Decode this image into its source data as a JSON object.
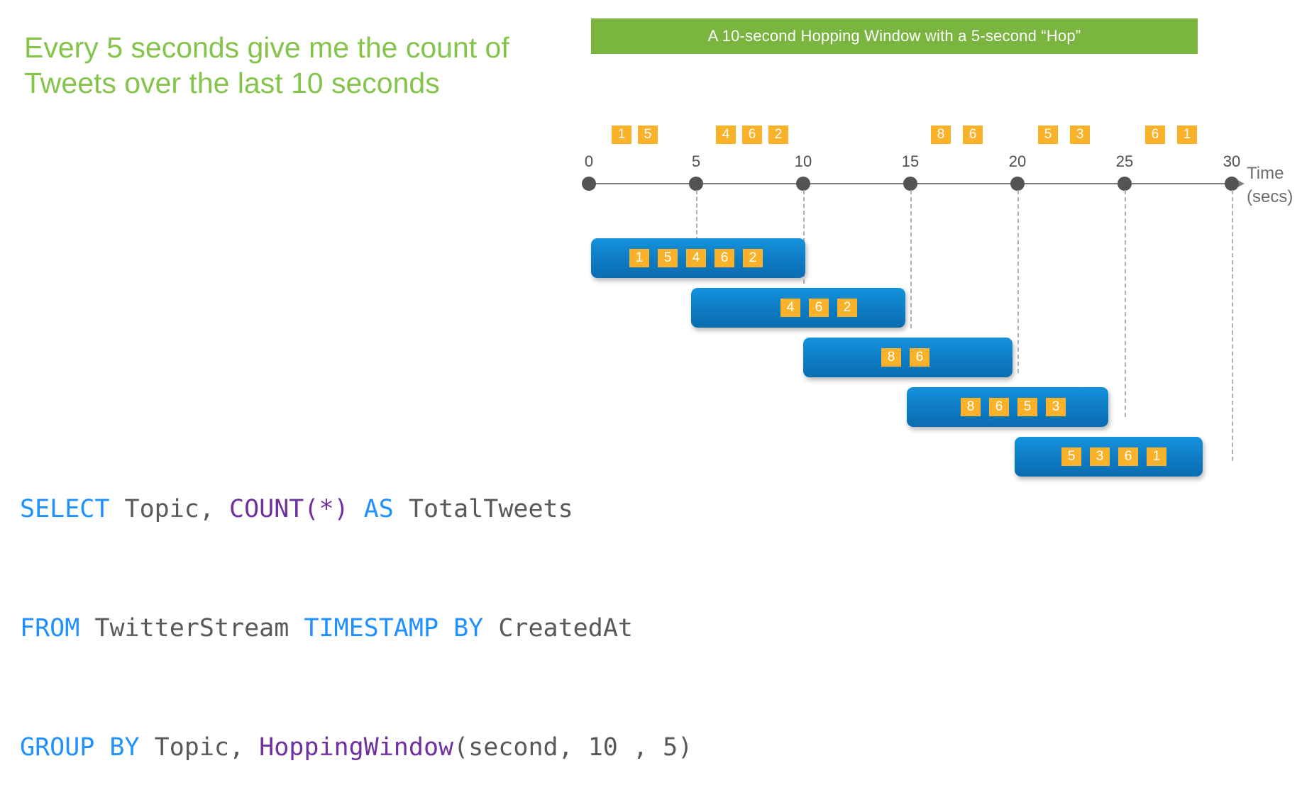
{
  "prompt": {
    "text": "Every 5 seconds give me the count of Tweets over the last 10 seconds",
    "color": "#84C44B"
  },
  "banner": {
    "title": "A 10-second Hopping Window with a 5-second “Hop”",
    "background": "#7AB540",
    "text_color": "#FFFFFF"
  },
  "axis": {
    "label_line1": "Time",
    "label_line2": "(secs)",
    "ticks": [
      "0",
      "5",
      "10",
      "15",
      "20",
      "25",
      "30"
    ],
    "tick_values": [
      0,
      5,
      10,
      15,
      20,
      25,
      30
    ],
    "unit": "seconds",
    "line_color": "#7F7F7F"
  },
  "colors": {
    "event_chip": "#FAB22B",
    "window_bar": "#0E7BC4",
    "guide_line": "#B0B0B0",
    "tick_dot": "#545454"
  },
  "chart_data": {
    "type": "timeline",
    "title": "A 10-second Hopping Window with a 5-second “Hop”",
    "xlabel": "Time (secs)",
    "xlim": [
      0,
      30
    ],
    "xticks": [
      0,
      5,
      10,
      15,
      20,
      25,
      30
    ],
    "grid": false,
    "legend": "none",
    "stream_events": [
      {
        "value": "1",
        "t": 1.4
      },
      {
        "value": "5",
        "t": 2.6
      },
      {
        "value": "4",
        "t": 5.6
      },
      {
        "value": "6",
        "t": 6.8
      },
      {
        "value": "2",
        "t": 8.0
      },
      {
        "value": "8",
        "t": 15.6
      },
      {
        "value": "6",
        "t": 16.8
      },
      {
        "value": "5",
        "t": 20.8
      },
      {
        "value": "3",
        "t": 22.0
      },
      {
        "value": "6",
        "t": 25.8
      },
      {
        "value": "1",
        "t": 27.0
      }
    ],
    "windows": [
      {
        "start": 0,
        "end": 10,
        "events": [
          "1",
          "5",
          "4",
          "6",
          "2"
        ],
        "count": 5
      },
      {
        "start": 5,
        "end": 15,
        "events": [
          "4",
          "6",
          "2"
        ],
        "count": 3
      },
      {
        "start": 10,
        "end": 20,
        "events": [
          "8",
          "6"
        ],
        "count": 2
      },
      {
        "start": 15,
        "end": 25,
        "events": [
          "8",
          "6",
          "5",
          "3"
        ],
        "count": 4
      },
      {
        "start": 20,
        "end": 30,
        "events": [
          "5",
          "3",
          "6",
          "1"
        ],
        "count": 4
      }
    ]
  },
  "sql": {
    "line1": [
      {
        "t": "SELECT",
        "c": "kw"
      },
      {
        "t": " Topic, ",
        "c": ""
      },
      {
        "t": "COUNT(*)",
        "c": "fn"
      },
      {
        "t": " ",
        "c": ""
      },
      {
        "t": "AS",
        "c": "kw"
      },
      {
        "t": " TotalTweets",
        "c": ""
      }
    ],
    "line2": [
      {
        "t": "FROM",
        "c": "kw"
      },
      {
        "t": " TwitterStream ",
        "c": ""
      },
      {
        "t": "TIMESTAMP BY",
        "c": "kw"
      },
      {
        "t": " CreatedAt",
        "c": ""
      }
    ],
    "line3": [
      {
        "t": "GROUP BY",
        "c": "kw"
      },
      {
        "t": " Topic, ",
        "c": ""
      },
      {
        "t": "HoppingWindow",
        "c": "fn"
      },
      {
        "t": "(second, 10 , 5)",
        "c": ""
      }
    ],
    "plain": "SELECT Topic, COUNT(*) AS TotalTweets\nFROM TwitterStream TIMESTAMP BY CreatedAt\nGROUP BY Topic, HoppingWindow(second, 10 , 5)"
  }
}
